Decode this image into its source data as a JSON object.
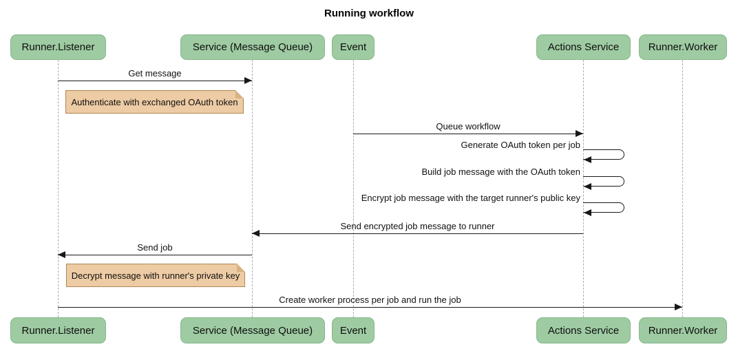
{
  "title": "Running workflow",
  "actors": [
    {
      "label": "Runner.Listener"
    },
    {
      "label": "Service (Message Queue)"
    },
    {
      "label": "Event"
    },
    {
      "label": "Actions Service"
    },
    {
      "label": "Runner.Worker"
    }
  ],
  "messages": [
    {
      "label": "Get message",
      "from": "Runner.Listener",
      "to": "Service (Message Queue)",
      "direction": "right"
    },
    {
      "label": "Queue workflow",
      "from": "Event",
      "to": "Actions Service",
      "direction": "right"
    },
    {
      "label": "Generate OAuth token per job",
      "from": "Actions Service",
      "to": "Actions Service",
      "direction": "self"
    },
    {
      "label": "Build job message with the OAuth token",
      "from": "Actions Service",
      "to": "Actions Service",
      "direction": "self"
    },
    {
      "label": "Encrypt job message with the target runner's public key",
      "from": "Actions Service",
      "to": "Actions Service",
      "direction": "self"
    },
    {
      "label": "Send encrypted job message to runner",
      "from": "Actions Service",
      "to": "Service (Message Queue)",
      "direction": "left"
    },
    {
      "label": "Send job",
      "from": "Service (Message Queue)",
      "to": "Runner.Listener",
      "direction": "left"
    },
    {
      "label": "Create worker process per job and run the job",
      "from": "Runner.Listener",
      "to": "Runner.Worker",
      "direction": "right"
    }
  ],
  "notes": [
    {
      "text": "Authenticate with exchanged OAuth token",
      "anchor": "Runner.Listener"
    },
    {
      "text": "Decrypt message with runner's private key",
      "anchor": "Runner.Listener"
    }
  ],
  "colors": {
    "actor_fill": "#9ecba2",
    "actor_border": "#86b78d",
    "note_fill": "#edcba4",
    "note_border": "#ae8753",
    "note_flap": "#d8b185",
    "lifeline": "#ababab",
    "arrow": "#181818"
  }
}
